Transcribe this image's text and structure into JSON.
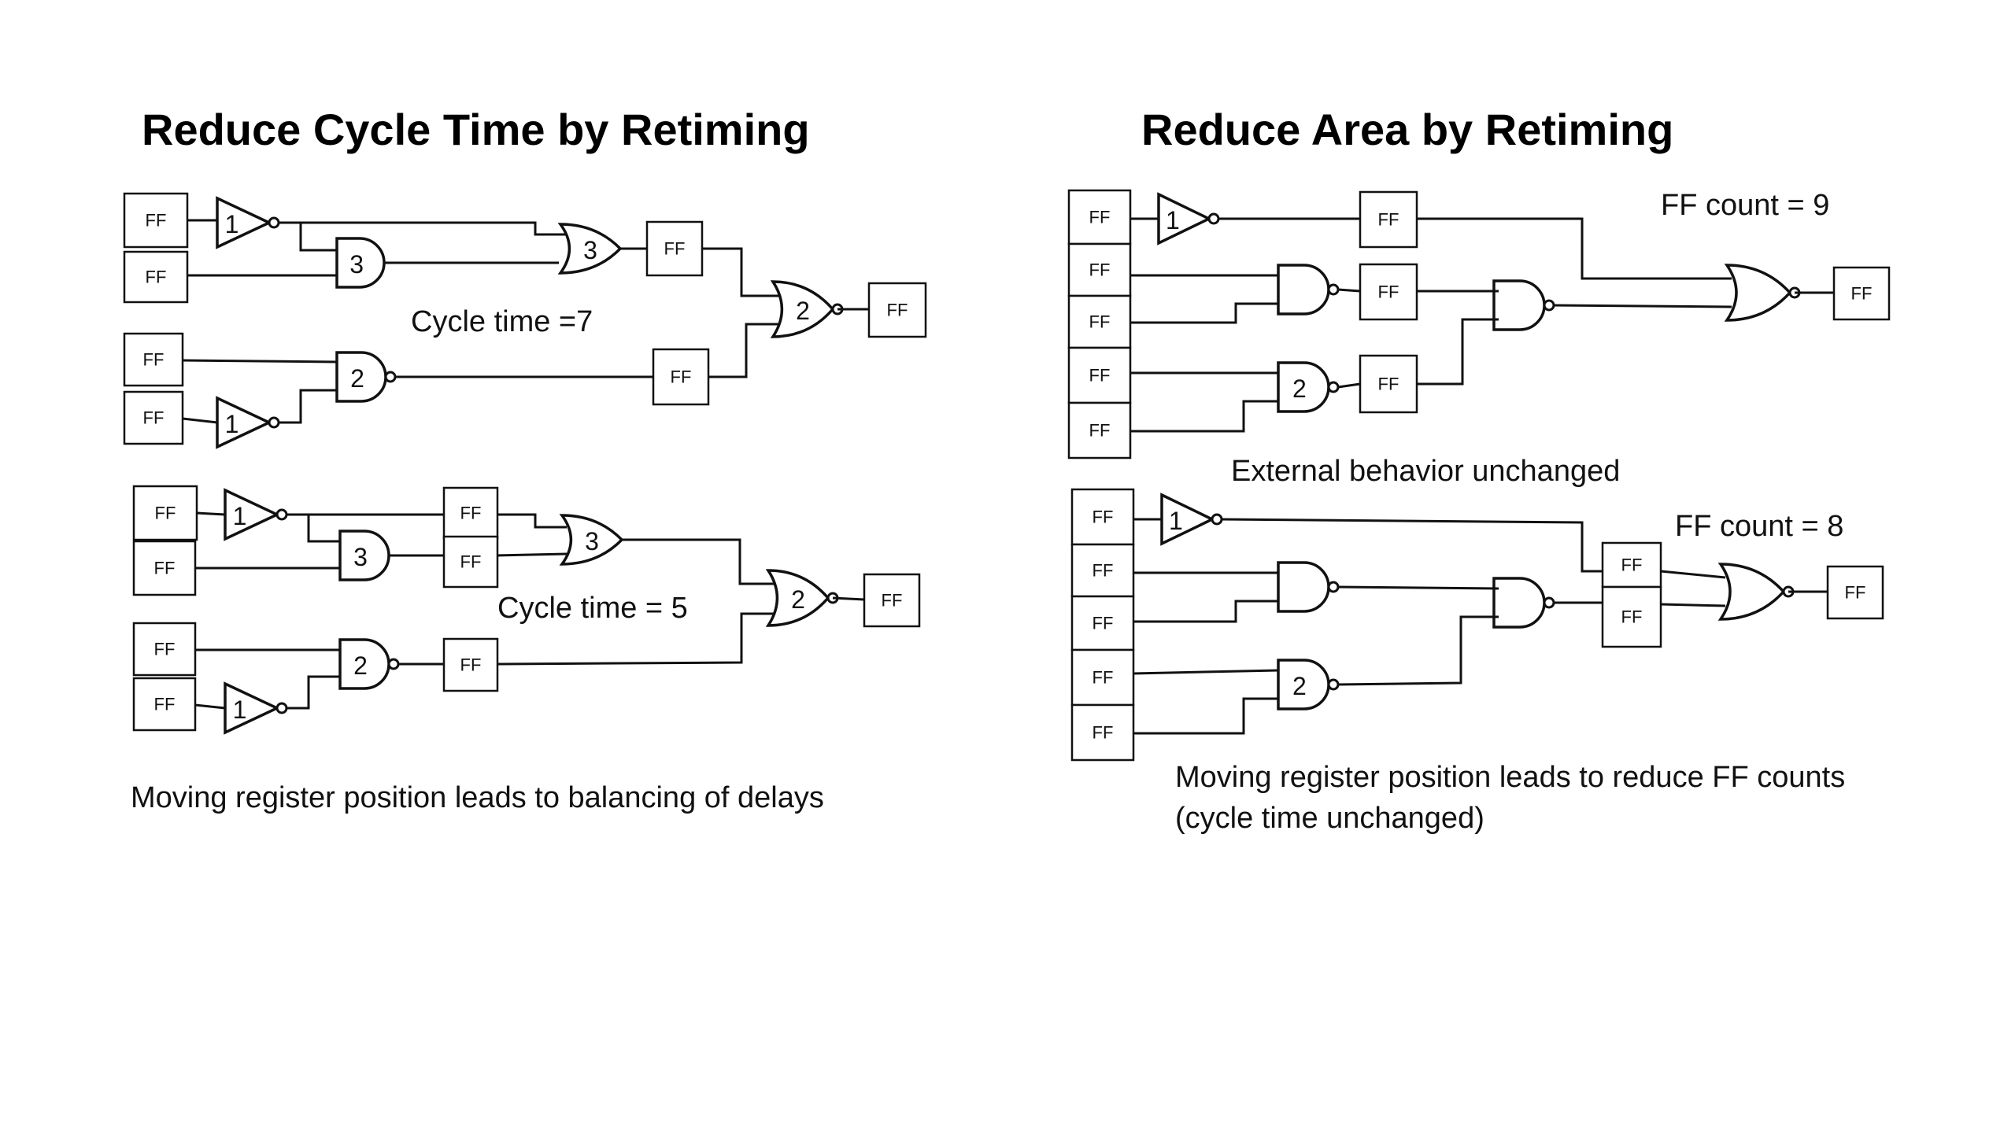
{
  "left_panel": {
    "title": "Reduce Cycle Time by Retiming",
    "top_label": "Cycle time =7",
    "bottom_label": "Cycle time = 5",
    "caption": "Moving register position leads to balancing of delays"
  },
  "right_panel": {
    "title": "Reduce Area by Retiming",
    "top_count": "FF count = 9",
    "middle_label": "External behavior unchanged",
    "bottom_count": "FF count = 8",
    "caption_line1": "Moving register position leads to reduce FF counts",
    "caption_line2": "(cycle time unchanged)"
  },
  "diagram": {
    "ff_label": "FF",
    "delays": {
      "inverter": "1",
      "and_gate": "3",
      "nand_gate": "2",
      "or_gate": "3",
      "nor_gate": "2"
    }
  }
}
